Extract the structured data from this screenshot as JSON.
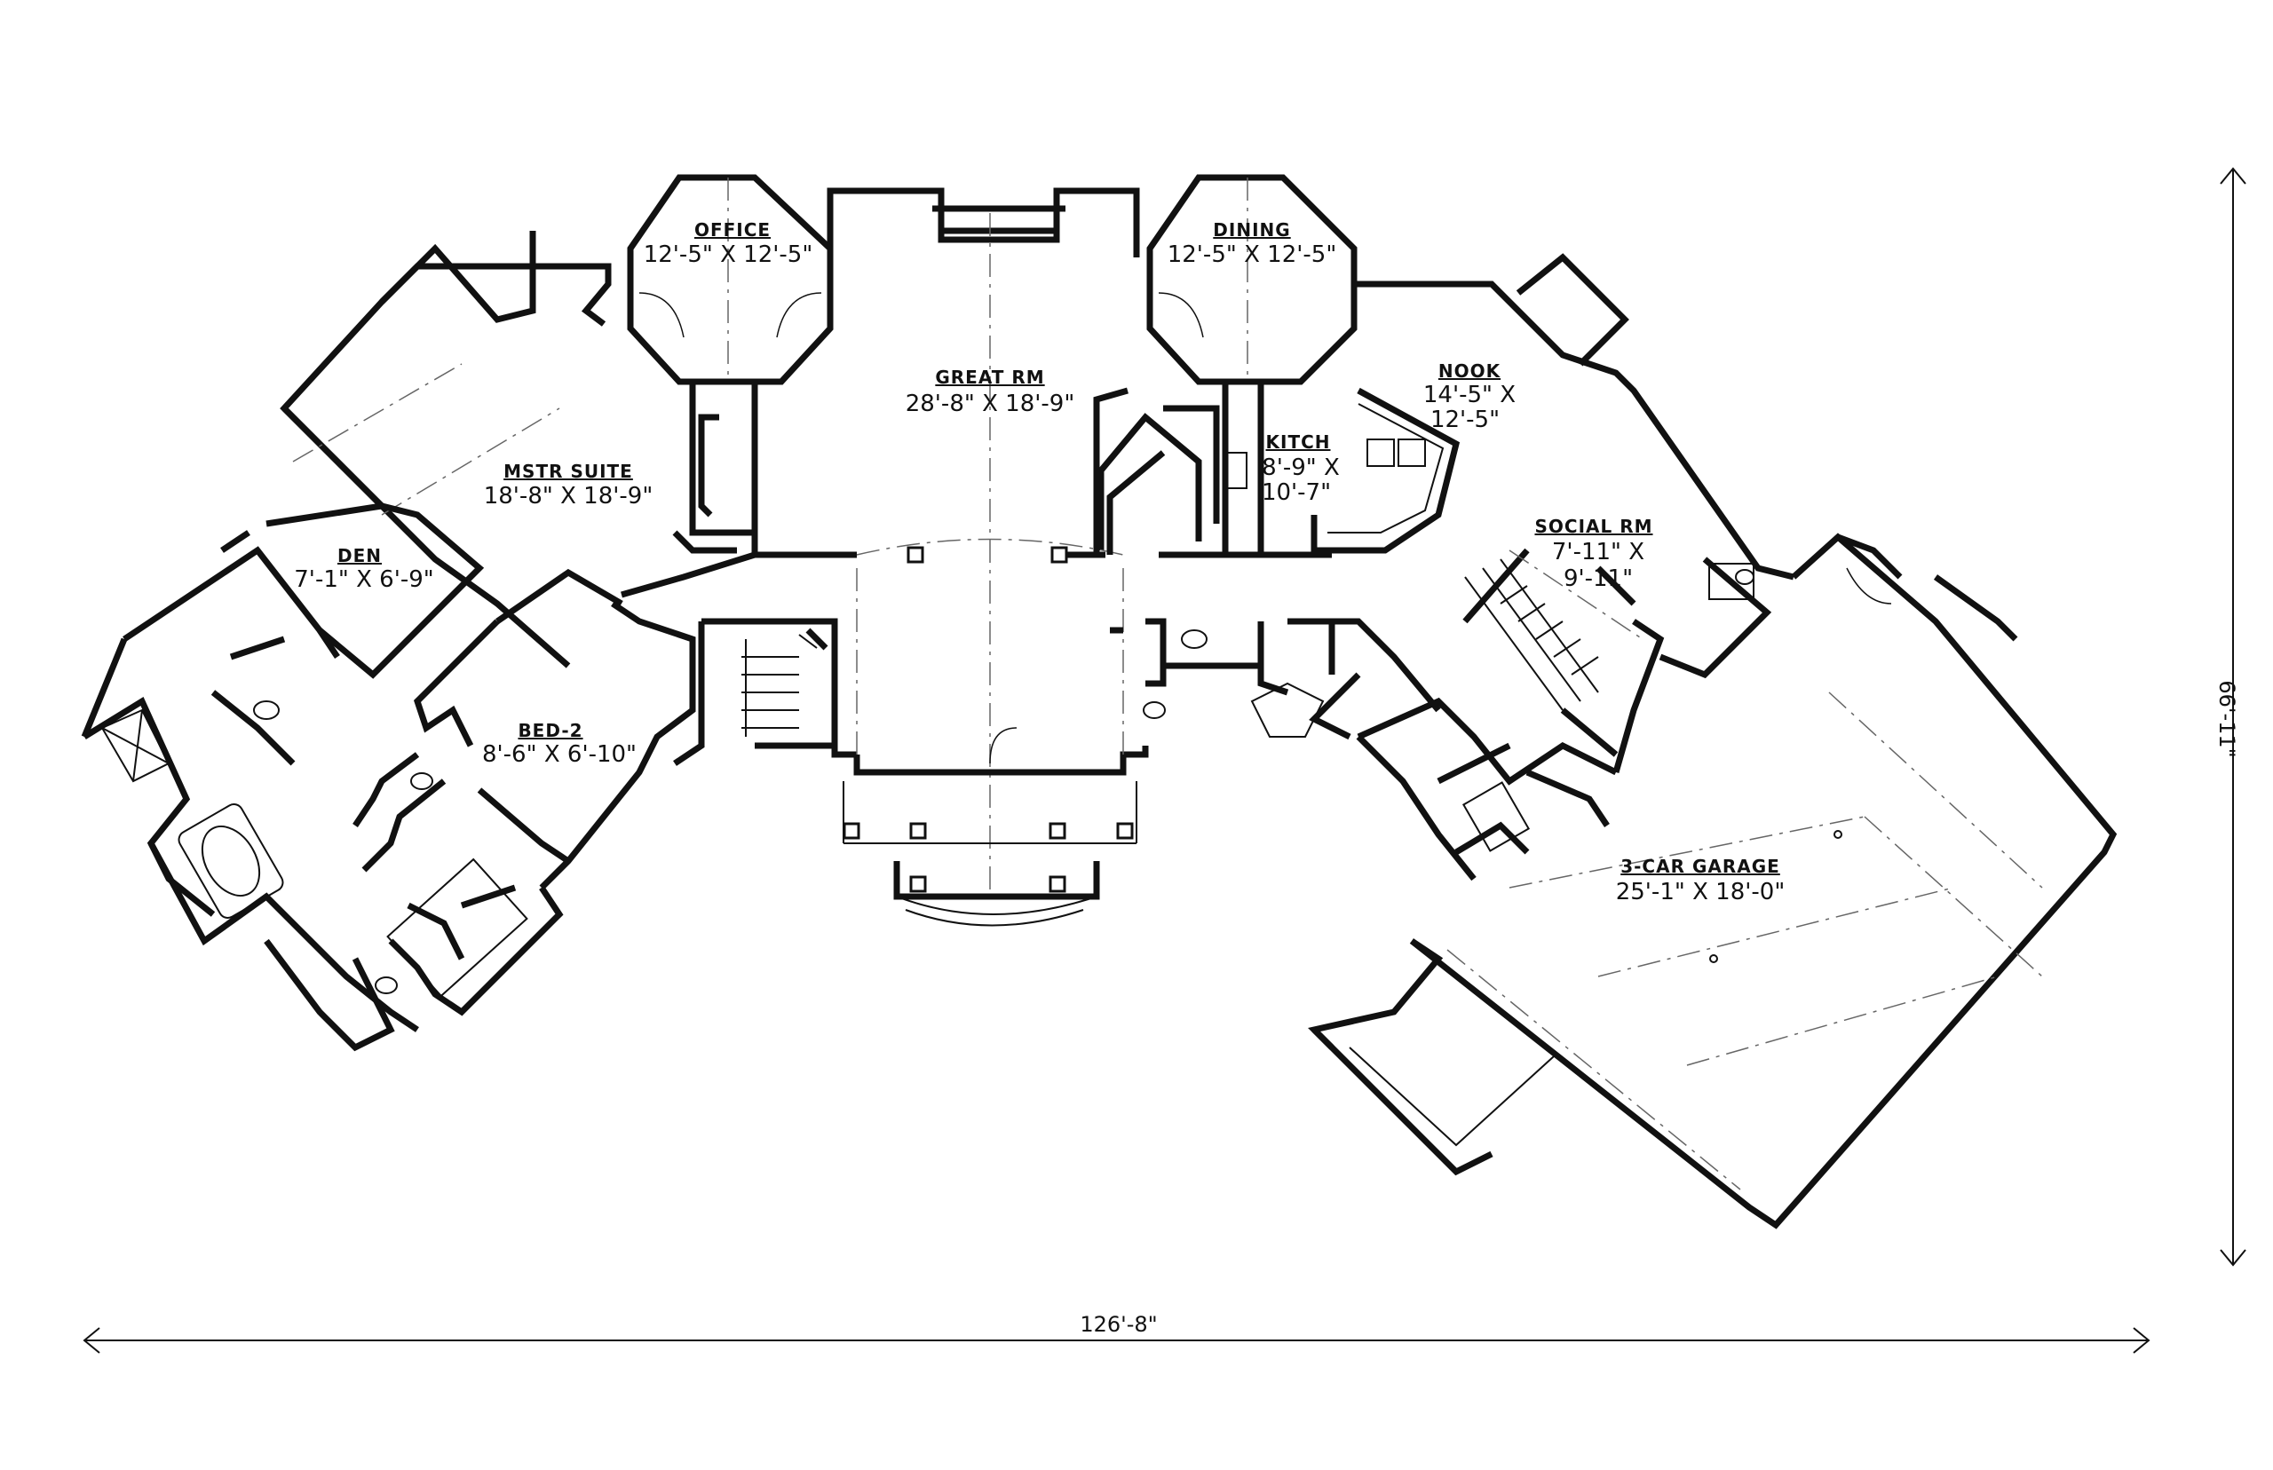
{
  "rooms": {
    "office": {
      "name": "OFFICE",
      "dim1": "12'-5\" X 12'-5\""
    },
    "dining": {
      "name": "DINING",
      "dim1": "12'-5\" X 12'-5\""
    },
    "great": {
      "name": "GREAT RM",
      "dim1": "28'-8\" X 18'-9\""
    },
    "nook": {
      "name": "NOOK",
      "dim1": "14'-5\" X",
      "dim2": "12'-5\""
    },
    "kitch": {
      "name": "KITCH",
      "dim1": "8'-9\" X",
      "dim2": "10'-7\""
    },
    "master": {
      "name": "MSTR SUITE",
      "dim1": "18'-8\" X 18'-9\""
    },
    "den": {
      "name": "DEN",
      "dim1": "7'-1\" X 6'-9\""
    },
    "social": {
      "name": "SOCIAL RM",
      "dim1": "7'-11\" X",
      "dim2": "9'-11\""
    },
    "bed2": {
      "name": "BED-2",
      "dim1": "8'-6\" X 6'-10\""
    },
    "garage": {
      "name": "3-CAR GARAGE",
      "dim1": "25'-1\" X 18'-0\""
    }
  },
  "dimensions": {
    "overall_width": "126'-8\"",
    "overall_depth": "66'-11\""
  },
  "colors": {
    "line": "#111111",
    "background": "#ffffff"
  }
}
